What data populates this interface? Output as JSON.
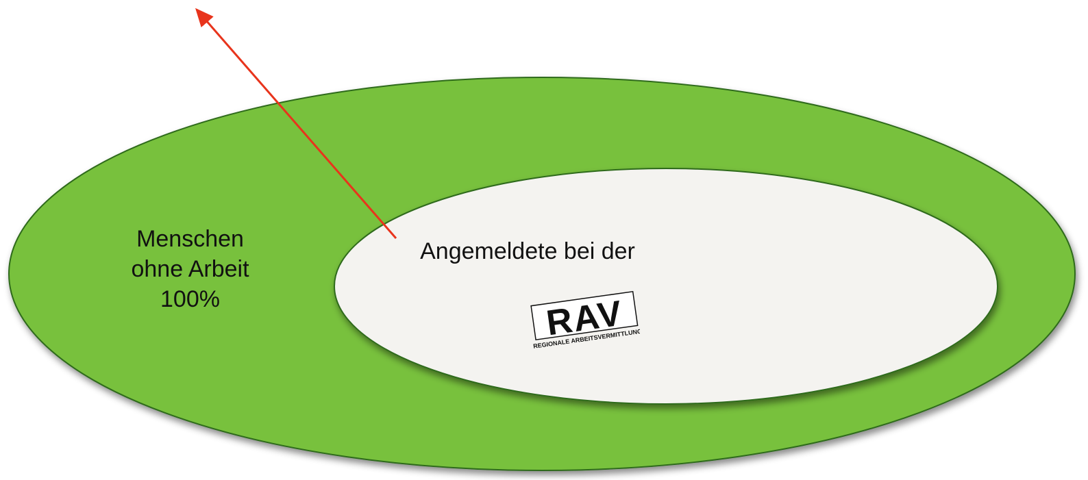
{
  "outer_set": {
    "label_lines": [
      "Menschen",
      "ohne Arbeit",
      "100%"
    ],
    "fill_color": "#78c13d",
    "stroke_color": "#2f6b1a"
  },
  "inner_set": {
    "label": "Angemeldete bei der",
    "fill_color": "#f4f3f0",
    "stroke_color": "#2f6b1a"
  },
  "logo": {
    "letters": "RAV",
    "subtitle": "REGIONALE ARBEITSVERMITTLUNG"
  },
  "arrow": {
    "color": "#e8341c"
  }
}
